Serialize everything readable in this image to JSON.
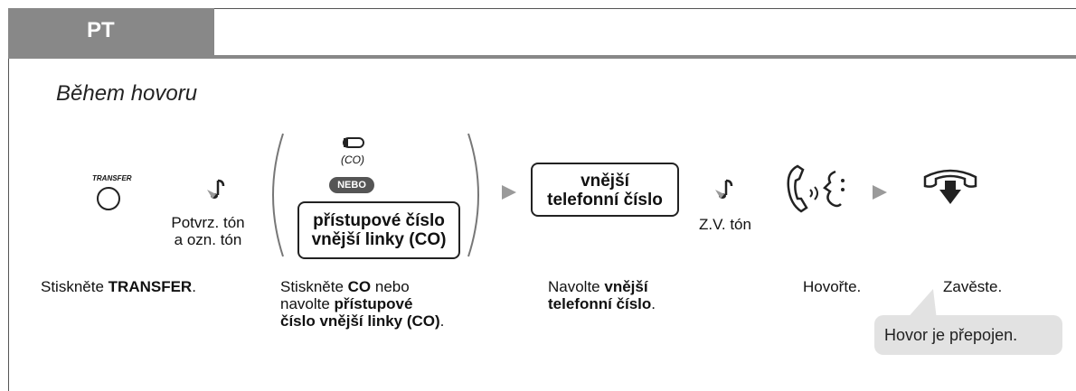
{
  "header": {
    "tab_label": "PT",
    "subtitle": "Během hovoru"
  },
  "steps": {
    "transfer_icon_label": "TRANSFER",
    "confirm_tone": [
      "Potvrz. tón",
      "a ozn. tón"
    ],
    "co_small": "(CO)",
    "nebo": "NEBO",
    "access_box": [
      "přístupové číslo",
      "vnější linky (CO)"
    ],
    "external_box": [
      "vnější",
      "telefonní číslo"
    ],
    "zv_tone": "Z.V. tón"
  },
  "captions": {
    "c1": {
      "pre": "Stiskněte ",
      "bold": "TRANSFER",
      "post": "."
    },
    "c2": {
      "l1_pre": "Stiskněte ",
      "l1_bold": "CO",
      "l1_post": " nebo",
      "l2_pre": "navolte ",
      "l2_bold": "přístupové",
      "l3_bold": "číslo vnější linky (CO)",
      "l3_post": "."
    },
    "c3": {
      "l1_pre": "Navolte ",
      "l1_bold": "vnější",
      "l2_bold": "telefonní číslo",
      "l2_post": "."
    },
    "c4": "Hovořte.",
    "c5": "Zavěste."
  },
  "callout": "Hovor je přepojen.",
  "icons": [
    "transfer-button-icon",
    "tone-note-icon",
    "co-button-icon",
    "arrow-right-icon",
    "handset-talk-icon",
    "handset-hangup-icon"
  ],
  "colors": {
    "header_gray": "#888888",
    "callout_gray": "#e2e2e2",
    "arrow_gray": "#9a9a9a"
  }
}
